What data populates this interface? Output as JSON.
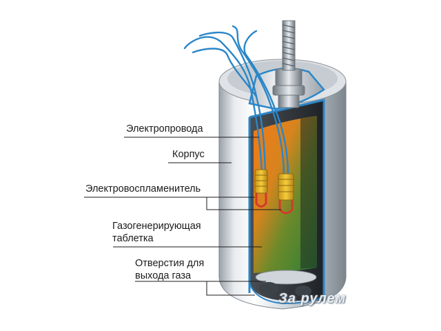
{
  "labels": {
    "wires": "Электропровода",
    "housing": "Корпус",
    "igniter": "Электровоспламенитель",
    "tablet_line1": "Газогенерирующая",
    "tablet_line2": "таблетка",
    "holes_line1": "Отверстия для",
    "holes_line2": "выхода газа"
  },
  "watermark": "За рулем",
  "colors": {
    "housing_light": "#e8ebee",
    "housing_dark": "#8e969e",
    "wire": "#2a86c8",
    "tablet_top": "#f07a1a",
    "tablet_bottom": "#2f8a3a",
    "igniter": "#e8b820",
    "igniter_wire": "#d23a2a"
  }
}
